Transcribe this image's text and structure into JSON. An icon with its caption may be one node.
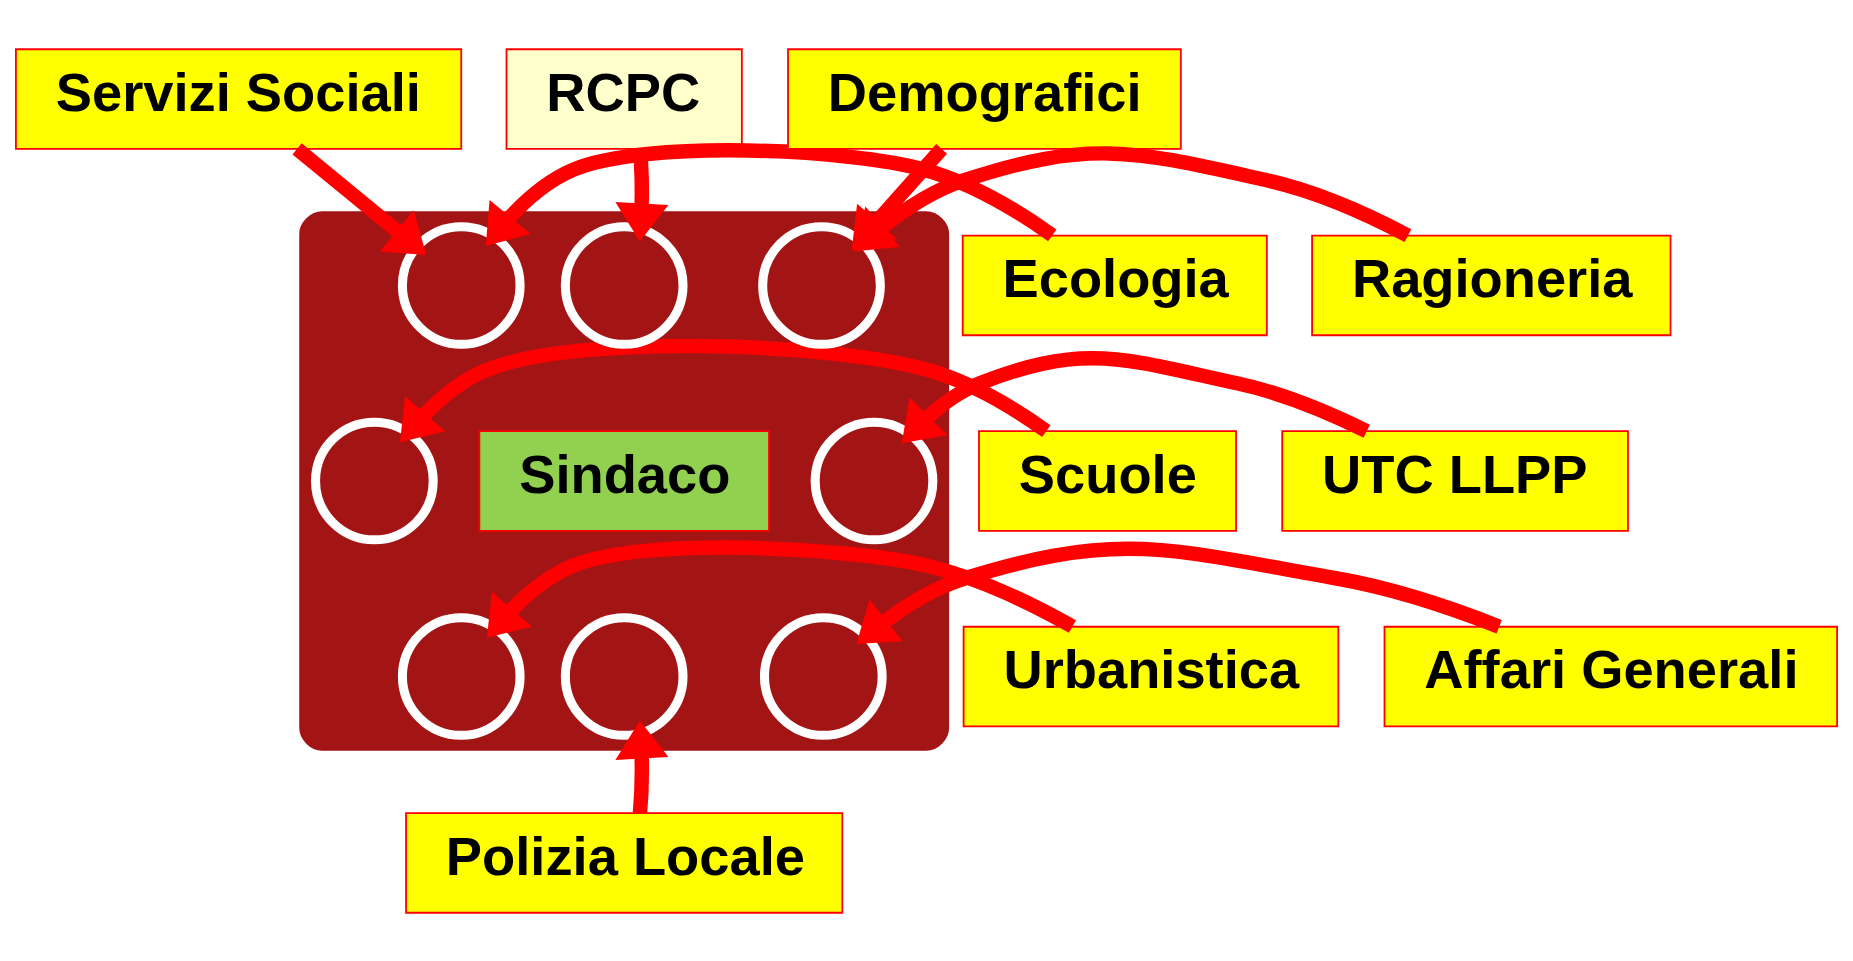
{
  "diagram": {
    "nodes": [
      {
        "text": [],
        "shape": "table"
      },
      {
        "text": [],
        "shape": "circle",
        "in": 0
      },
      {
        "text": [],
        "shape": "circle",
        "in": 0
      },
      {
        "text": [],
        "shape": "circle",
        "in": 0
      },
      {
        "text": [],
        "shape": "circle",
        "in": 0
      },
      {
        "text": [
          "Sindaco"
        ],
        "in": 0
      },
      {
        "text": [],
        "shape": "circle",
        "in": 0
      },
      {
        "text": [],
        "shape": "circle",
        "in": 0
      },
      {
        "text": [],
        "shape": "circle",
        "in": 0
      },
      {
        "text": [],
        "shape": "circle",
        "in": 0
      },
      {
        "text": [
          "Servizi Sociali"
        ]
      },
      {
        "text": [
          "RCPC"
        ]
      },
      {
        "text": [
          "Demografici"
        ]
      },
      {
        "text": [
          "Ecologia"
        ]
      },
      {
        "text": [
          "Ragioneria"
        ]
      },
      {
        "text": [
          "Scuole"
        ]
      },
      {
        "text": [
          "UTC LLPP"
        ]
      },
      {
        "text": [
          "Urbanistica"
        ]
      },
      {
        "text": [
          "Affari Generali"
        ]
      },
      {
        "text": [
          "Polizia Locale"
        ]
      }
    ],
    "edges": [
      {
        "from": 10,
        "to": 1,
        "arrow": "to"
      },
      {
        "from": 11,
        "to": 2,
        "arrow": "to"
      },
      {
        "from": 12,
        "to": 3,
        "arrow": "to"
      },
      {
        "from": 13,
        "to": 1,
        "arrow": "to"
      },
      {
        "from": 14,
        "to": 3,
        "arrow": "to"
      },
      {
        "from": 15,
        "to": 4,
        "arrow": "to"
      },
      {
        "from": 16,
        "to": 6,
        "arrow": "to"
      },
      {
        "from": 17,
        "to": 7,
        "arrow": "to"
      },
      {
        "from": 18,
        "to": 9,
        "arrow": "to"
      },
      {
        "from": 19,
        "to": 8,
        "arrow": "to"
      }
    ]
  }
}
